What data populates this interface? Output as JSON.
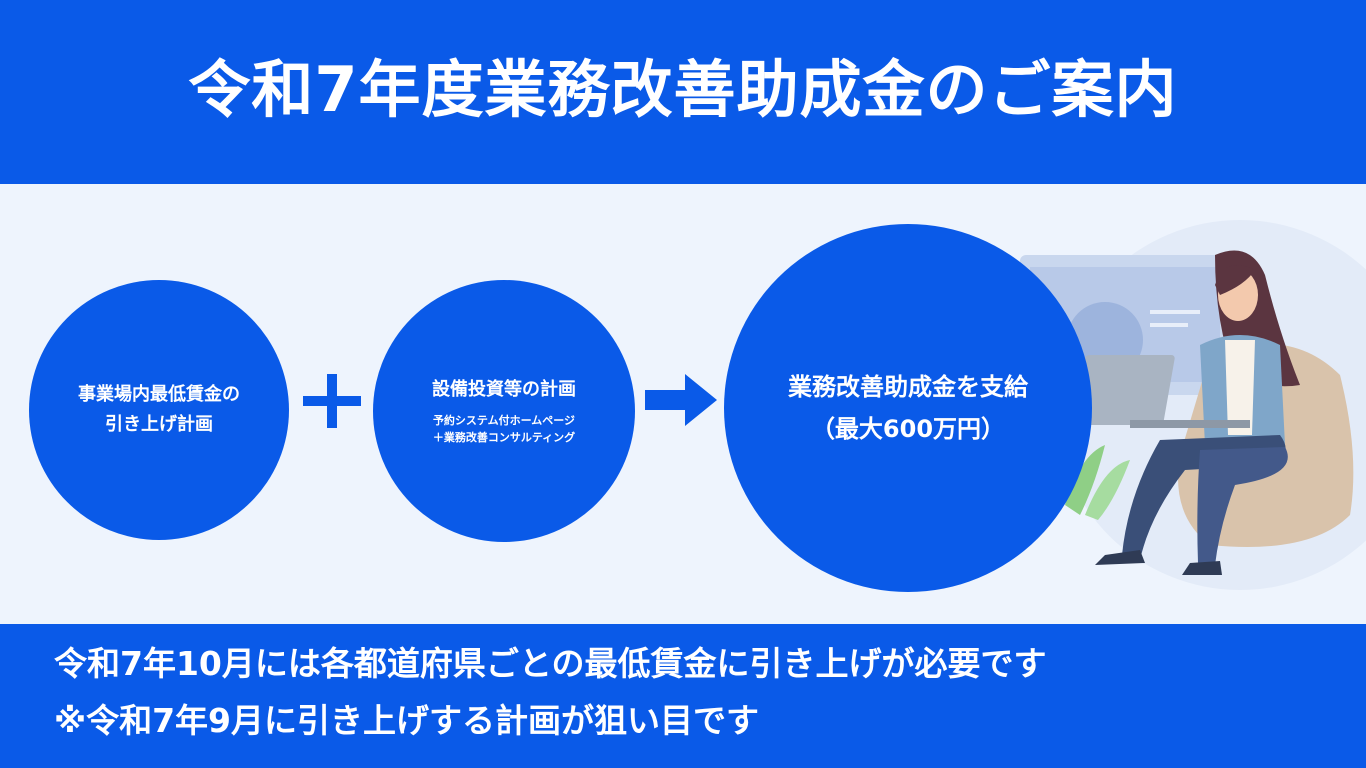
{
  "header": {
    "title": "令和7年度業務改善助成金のご案内"
  },
  "circles": {
    "wage_plan": {
      "line1": "事業場内最低賃金の",
      "line2": "引き上げ計画"
    },
    "investment_plan": {
      "title": "設備投資等の計画",
      "detail1": "予約システム付ホームページ",
      "detail2": "＋業務改善コンサルティング"
    },
    "subsidy": {
      "line1": "業務改善助成金を支給",
      "line2": "（最大600万円）"
    }
  },
  "footer": {
    "note1": "令和7年10月には各都道府県ごとの最低賃金に引き上げが必要です",
    "note2": "※令和7年9月に引き上げする計画が狙い目です"
  },
  "icons": {
    "plus": "plus-icon",
    "arrow": "arrow-right-icon"
  },
  "colors": {
    "brand_blue": "#0a5ae8",
    "background": "#eef4fd"
  }
}
